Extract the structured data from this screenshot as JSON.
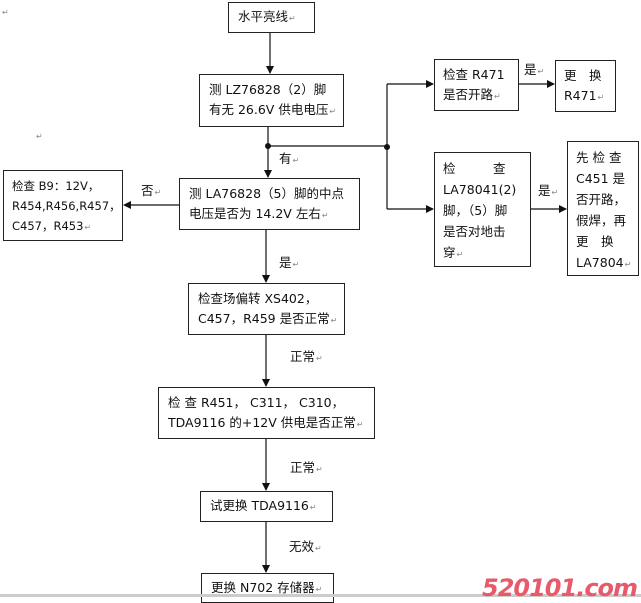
{
  "nodes": {
    "start": [
      "水平亮线"
    ],
    "measure_lz": [
      "测 LZ76828（2）脚",
      "有无 26.6V 供电电压"
    ],
    "measure_la": [
      "测 LA76828（5）脚的中点",
      "电压是否为 14.2V 左右"
    ],
    "check_b9": [
      "检查 B9：12V，",
      "R454,R456,R457，",
      "C457，R453"
    ],
    "check_r471": [
      "检查 R471",
      "是否开路"
    ],
    "replace_r471": [
      "更　换",
      "R471"
    ],
    "check_la78041": [
      "检　　　查",
      "LA78041(2)",
      "脚，（5）脚",
      "是否对地击",
      "穿"
    ],
    "check_c451": [
      "先 检 查",
      "C451 是",
      "否开路，",
      "假焊，再",
      "更　换",
      "LA7804"
    ],
    "check_xs402": [
      "检查场偏转  XS402，",
      "C457，R459 是否正常"
    ],
    "check_r451": [
      "检 查  R451， C311， C310，",
      "TDA9116 的+12V 供电是否正常"
    ],
    "try_tda9116": [
      "试更换 TDA9116"
    ],
    "replace_n702": [
      "更换 N702 存储器"
    ]
  },
  "edge_labels": {
    "you": "有",
    "fou": "否",
    "shi_r471": "是",
    "shi_la78041": "是",
    "shi_down": "是",
    "normal_1": "正常",
    "normal_2": "正常",
    "invalid": "无效"
  },
  "watermark": "520101.com",
  "colors": {
    "line": "#111111",
    "watermark": "#e85a6a"
  }
}
